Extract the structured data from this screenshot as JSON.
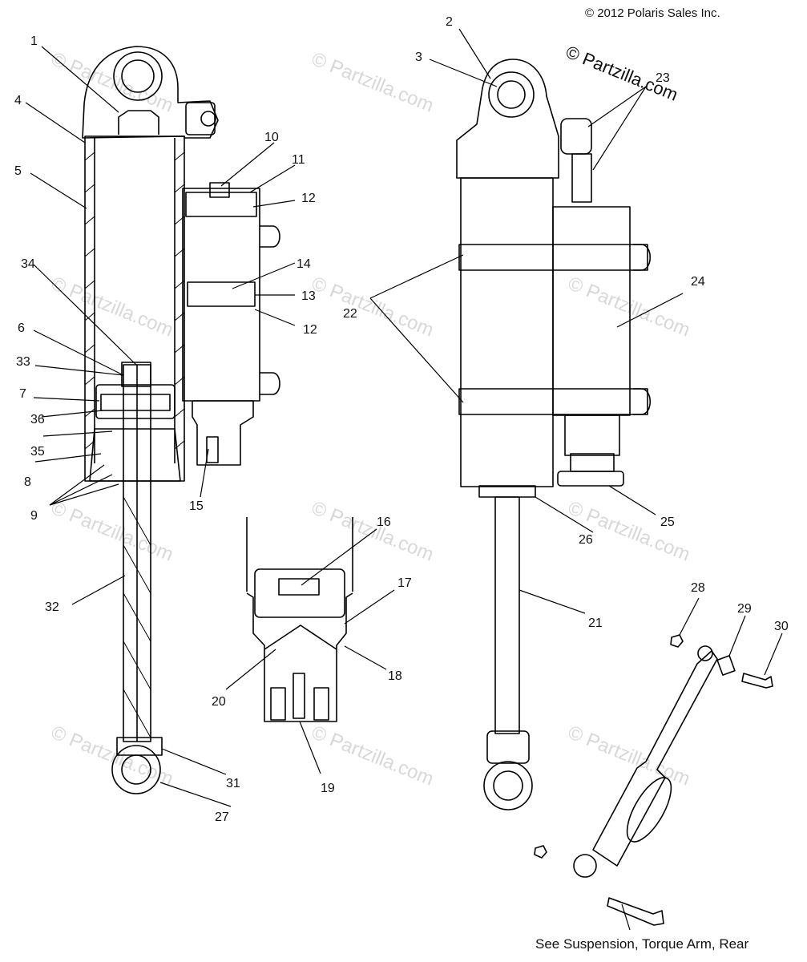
{
  "copyright": "© 2012 Polaris Sales Inc.",
  "brand_watermark": "© Partzilla.com",
  "faint_watermark": "© Partzilla.com",
  "footnote": "See Suspension, Torque Arm, Rear",
  "callouts": [
    "1",
    "2",
    "3",
    "4",
    "5",
    "6",
    "7",
    "8",
    "9",
    "10",
    "11",
    "12",
    "12",
    "13",
    "14",
    "15",
    "16",
    "17",
    "18",
    "19",
    "20",
    "21",
    "22",
    "23",
    "24",
    "25",
    "26",
    "27",
    "28",
    "29",
    "30",
    "31",
    "32",
    "33",
    "34",
    "35",
    "36"
  ]
}
